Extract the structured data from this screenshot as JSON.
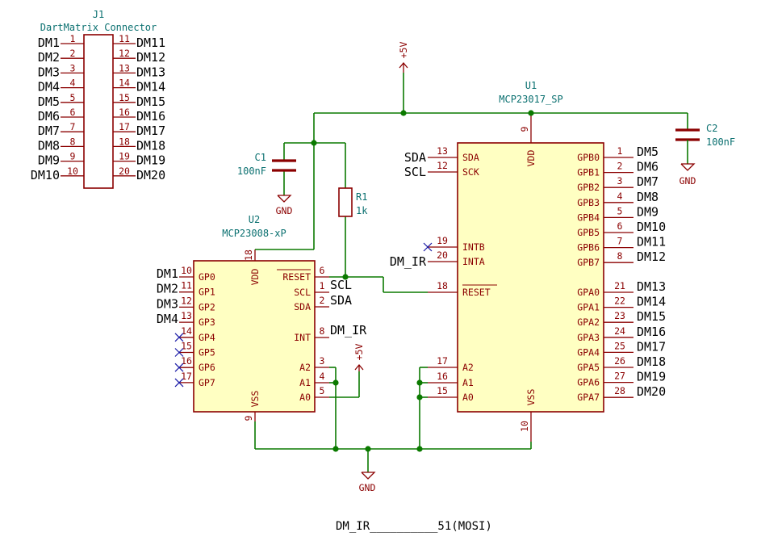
{
  "j1": {
    "ref": "J1",
    "value": "DartMatrix Connector",
    "left_pins": [
      {
        "num": "1",
        "net": "DM1"
      },
      {
        "num": "2",
        "net": "DM2"
      },
      {
        "num": "3",
        "net": "DM3"
      },
      {
        "num": "4",
        "net": "DM4"
      },
      {
        "num": "5",
        "net": "DM5"
      },
      {
        "num": "6",
        "net": "DM6"
      },
      {
        "num": "7",
        "net": "DM7"
      },
      {
        "num": "8",
        "net": "DM8"
      },
      {
        "num": "9",
        "net": "DM9"
      },
      {
        "num": "10",
        "net": "DM10"
      }
    ],
    "right_pins": [
      {
        "num": "11",
        "net": "DM11"
      },
      {
        "num": "12",
        "net": "DM12"
      },
      {
        "num": "13",
        "net": "DM13"
      },
      {
        "num": "14",
        "net": "DM14"
      },
      {
        "num": "15",
        "net": "DM15"
      },
      {
        "num": "16",
        "net": "DM16"
      },
      {
        "num": "17",
        "net": "DM17"
      },
      {
        "num": "18",
        "net": "DM18"
      },
      {
        "num": "19",
        "net": "DM19"
      },
      {
        "num": "20",
        "net": "DM20"
      }
    ]
  },
  "u1": {
    "ref": "U1",
    "value": "MCP23017_SP",
    "vdd": {
      "name": "VDD",
      "num": "9"
    },
    "vss": {
      "name": "VSS",
      "num": "10"
    },
    "left_pins": [
      {
        "name": "SDA",
        "num": "13",
        "net": "SDA"
      },
      {
        "name": "SCK",
        "num": "12",
        "net": "SCL"
      },
      {
        "name": "INTB",
        "num": "19",
        "net": ""
      },
      {
        "name": "INTA",
        "num": "20",
        "net": "DM_IR"
      },
      {
        "name": "RESET",
        "num": "18",
        "net": ""
      },
      {
        "name": "A2",
        "num": "17",
        "net": ""
      },
      {
        "name": "A1",
        "num": "16",
        "net": ""
      },
      {
        "name": "A0",
        "num": "15",
        "net": ""
      }
    ],
    "right_pins": [
      {
        "name": "GPB0",
        "num": "1",
        "net": "DM5"
      },
      {
        "name": "GPB1",
        "num": "2",
        "net": "DM6"
      },
      {
        "name": "GPB2",
        "num": "3",
        "net": "DM7"
      },
      {
        "name": "GPB3",
        "num": "4",
        "net": "DM8"
      },
      {
        "name": "GPB4",
        "num": "5",
        "net": "DM9"
      },
      {
        "name": "GPB5",
        "num": "6",
        "net": "DM10"
      },
      {
        "name": "GPB6",
        "num": "7",
        "net": "DM11"
      },
      {
        "name": "GPB7",
        "num": "8",
        "net": "DM12"
      },
      {
        "name": "GPA0",
        "num": "21",
        "net": "DM13"
      },
      {
        "name": "GPA1",
        "num": "22",
        "net": "DM14"
      },
      {
        "name": "GPA2",
        "num": "23",
        "net": "DM15"
      },
      {
        "name": "GPA3",
        "num": "24",
        "net": "DM16"
      },
      {
        "name": "GPA4",
        "num": "25",
        "net": "DM17"
      },
      {
        "name": "GPA5",
        "num": "26",
        "net": "DM18"
      },
      {
        "name": "GPA6",
        "num": "27",
        "net": "DM19"
      },
      {
        "name": "GPA7",
        "num": "28",
        "net": "DM20"
      }
    ]
  },
  "u2": {
    "ref": "U2",
    "value": "MCP23008-xP",
    "vdd": {
      "name": "VDD",
      "num": "18"
    },
    "vss": {
      "name": "VSS",
      "num": "9"
    },
    "left_pins": [
      {
        "name": "GP0",
        "num": "10",
        "net": "DM1"
      },
      {
        "name": "GP1",
        "num": "11",
        "net": "DM2"
      },
      {
        "name": "GP2",
        "num": "12",
        "net": "DM3"
      },
      {
        "name": "GP3",
        "num": "13",
        "net": "DM4"
      },
      {
        "name": "GP4",
        "num": "14",
        "net": ""
      },
      {
        "name": "GP5",
        "num": "15",
        "net": ""
      },
      {
        "name": "GP6",
        "num": "16",
        "net": ""
      },
      {
        "name": "GP7",
        "num": "17",
        "net": ""
      }
    ],
    "right_pins": [
      {
        "name": "RESET",
        "num": "6",
        "net": ""
      },
      {
        "name": "SCL",
        "num": "1",
        "net": "SCL"
      },
      {
        "name": "SDA",
        "num": "2",
        "net": "SDA"
      },
      {
        "name": "INT",
        "num": "8",
        "net": "DM_IR"
      },
      {
        "name": "A2",
        "num": "3",
        "net": ""
      },
      {
        "name": "A1",
        "num": "4",
        "net": ""
      },
      {
        "name": "A0",
        "num": "5",
        "net": ""
      }
    ]
  },
  "c1": {
    "ref": "C1",
    "value": "100nF"
  },
  "c2": {
    "ref": "C2",
    "value": "100nF"
  },
  "r1": {
    "ref": "R1",
    "value": "1k"
  },
  "power": {
    "vcc_top": "+5V",
    "vcc_u2": "+5V",
    "gnd_c1": "GND",
    "gnd_c2": "GND",
    "gnd_main": "GND"
  },
  "note": "DM_IR__________51(MOSI)",
  "colors": {
    "wire": "#0b7a00",
    "symbol": "#8b0000",
    "symbol_fill": "#ffffc2",
    "reference": "#0a7070",
    "no_connect": "#1a1aa6"
  }
}
